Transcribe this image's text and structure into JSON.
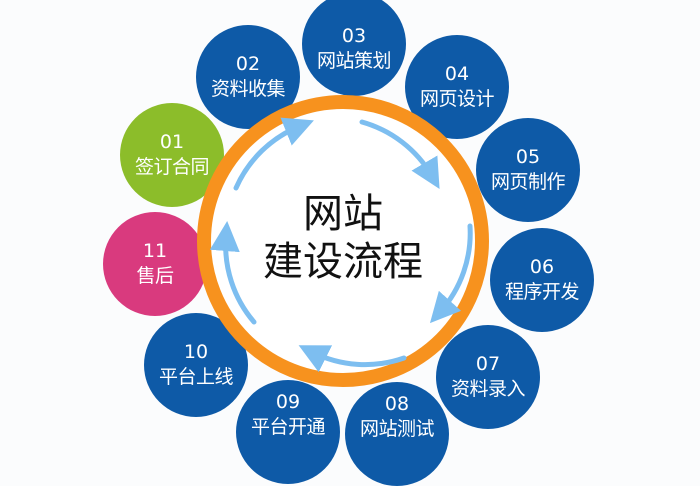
{
  "title": {
    "line1": "网站",
    "line2": "建设流程"
  },
  "colors": {
    "ring": "#f7921e",
    "blue": "#0e5aa7",
    "green": "#8cbd2a",
    "pink": "#d93a7e",
    "arrow": "#7dbef0"
  },
  "steps": [
    {
      "num": "01",
      "label": "签订合同",
      "color": "green"
    },
    {
      "num": "02",
      "label": "资料收集",
      "color": "blue"
    },
    {
      "num": "03",
      "label": "网站策划",
      "color": "blue"
    },
    {
      "num": "04",
      "label": "网页设计",
      "color": "blue"
    },
    {
      "num": "05",
      "label": "网页制作",
      "color": "blue"
    },
    {
      "num": "06",
      "label": "程序开发",
      "color": "blue"
    },
    {
      "num": "07",
      "label": "资料录入",
      "color": "blue"
    },
    {
      "num": "08",
      "label": "网站测试",
      "color": "blue"
    },
    {
      "num": "09",
      "label": "平台开通",
      "color": "blue"
    },
    {
      "num": "10",
      "label": "平台上线",
      "color": "blue"
    },
    {
      "num": "11",
      "label": "售后",
      "color": "pink"
    }
  ]
}
